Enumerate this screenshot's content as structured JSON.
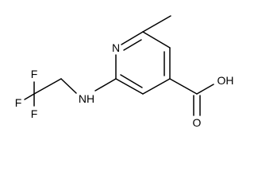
{
  "molecule": {
    "atoms": {
      "n_ring": "N",
      "nh": "NH",
      "oh": "OH",
      "o_carbonyl": "O",
      "f_top": "F",
      "f_left": "F",
      "f_bottom": "F"
    }
  },
  "colors": {
    "bond": "#000000",
    "label": "#000000",
    "background": "#ffffff"
  }
}
